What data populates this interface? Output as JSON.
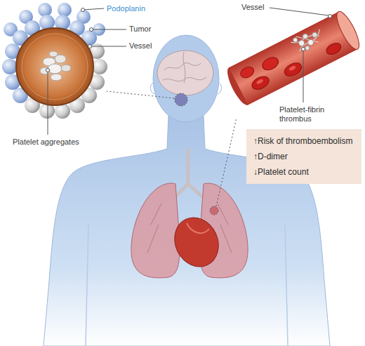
{
  "diagram": {
    "nodes": [
      {
        "text": [
          "↑Risk of thromboembolism",
          "↑D-dimer",
          "↓Platelet count"
        ]
      }
    ],
    "labels": [
      "Podoplanin",
      "Tumor",
      "Vessel",
      "Platelet aggregates",
      "Vessel",
      "Platelet-fibrin thrombus"
    ]
  }
}
